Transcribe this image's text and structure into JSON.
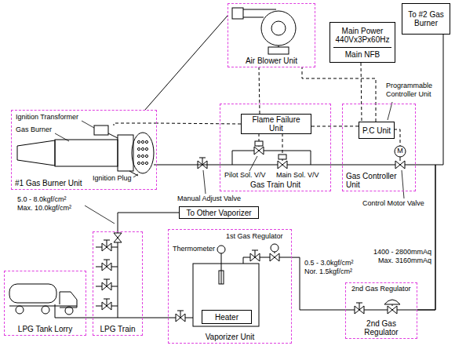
{
  "diagram": {
    "nodes": [
      {
        "text": [
          "Air Blower Unit"
        ]
      },
      {
        "text": [
          "Main Power",
          "440Vx3Px60Hz",
          "Main NFB"
        ]
      },
      {
        "text": [
          "To #2 Gas Burner"
        ]
      },
      {
        "text": [
          "#1 Gas Burner Unit"
        ]
      },
      {
        "text": [
          "Gas Train Unit"
        ]
      },
      {
        "text": [
          "Flame Failure Unit"
        ],
        "in": 4
      },
      {
        "text": [
          "Gas Controller Unit"
        ]
      },
      {
        "text": [
          "P.C Unit"
        ],
        "in": 6
      },
      {
        "text": [
          "To Other Vaporizer"
        ]
      },
      {
        "text": [
          "LPG Train"
        ]
      },
      {
        "text": [
          "LPG Tank Lorry"
        ]
      },
      {
        "text": [
          "Vaporizer Unit"
        ]
      },
      {
        "text": [
          "Heater"
        ],
        "in": 11
      },
      {
        "text": [
          "2nd Gas Regulator"
        ]
      }
    ],
    "edges": [
      {
        "from": 10,
        "to": 9,
        "arrow": "none"
      },
      {
        "from": 9,
        "to": 8,
        "arrow": "none"
      },
      {
        "from": 9,
        "to": 11,
        "arrow": "none"
      },
      {
        "from": 11,
        "to": 13,
        "arrow": "none"
      },
      {
        "from": 13,
        "to": 6,
        "arrow": "none"
      },
      {
        "from": 13,
        "to": 2,
        "arrow": "none"
      },
      {
        "from": 6,
        "to": 4,
        "arrow": "none"
      },
      {
        "from": 4,
        "to": 3,
        "arrow": "none"
      },
      {
        "from": 0,
        "to": 3,
        "arrow": "none"
      },
      {
        "from": 5,
        "to": 0,
        "arrow": "none"
      },
      {
        "from": 7,
        "to": 0,
        "arrow": "none"
      },
      {
        "from": 1,
        "to": 7,
        "arrow": "none"
      },
      {
        "from": 7,
        "to": 5,
        "arrow": "none"
      },
      {
        "from": 5,
        "to": 3,
        "arrow": "none"
      }
    ],
    "labels": [
      "Ignition Transformer",
      "Gas Burner",
      "Ignition Plug",
      "Pilot Sol. V/V",
      "Main Sol. V/V",
      "Programmable Controller Unit",
      "M",
      "Control Motor Valve",
      "5.0 - 8.0kgf/cm²",
      "Max. 10.0kgf/cm²",
      "Manual Adjust Valve",
      "Thermometer",
      "1st Gas Regulator",
      "0.5 - 3.0kgf/cm²",
      "Nor. 1.5kgf/cm²",
      "1400 - 2800mmAq",
      "Max. 3160mmAq",
      "2nd Gas Regulator"
    ]
  }
}
